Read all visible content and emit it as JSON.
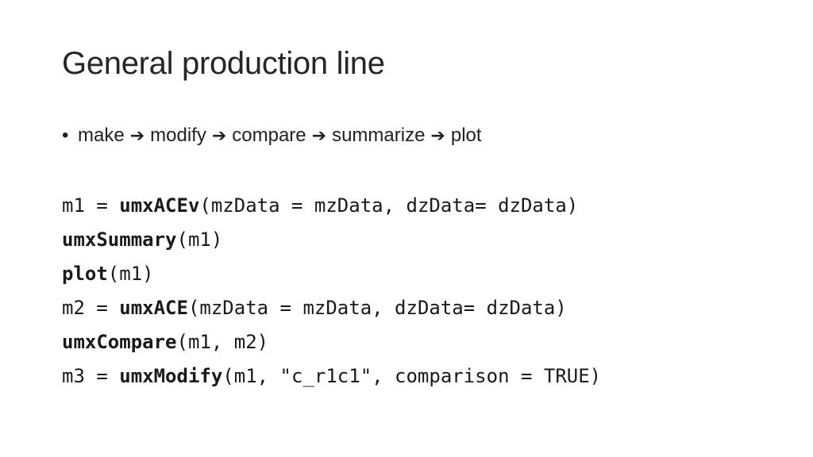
{
  "slide": {
    "title": "General production line",
    "bullet": {
      "marker": "•",
      "arrow": "➔",
      "steps": [
        "make",
        "modify",
        "compare",
        "summarize",
        "plot"
      ]
    },
    "code": [
      {
        "prefix": "m1 = ",
        "fn": "umxACEv",
        "args": "(mzData = mzData, dzData= dzData)"
      },
      {
        "prefix": "",
        "fn": "umxSummary",
        "args": "(m1)"
      },
      {
        "prefix": "",
        "fn": "plot",
        "args": "(m1)"
      },
      {
        "prefix": "m2 = ",
        "fn": "umxACE",
        "args": "(mzData = mzData, dzData= dzData)"
      },
      {
        "prefix": "",
        "fn": "umxCompare",
        "args": "(m1, m2)"
      },
      {
        "prefix": "m3 = ",
        "fn": "umxModify",
        "args": "(m1, \"c_r1c1\", comparison = TRUE)"
      }
    ]
  }
}
